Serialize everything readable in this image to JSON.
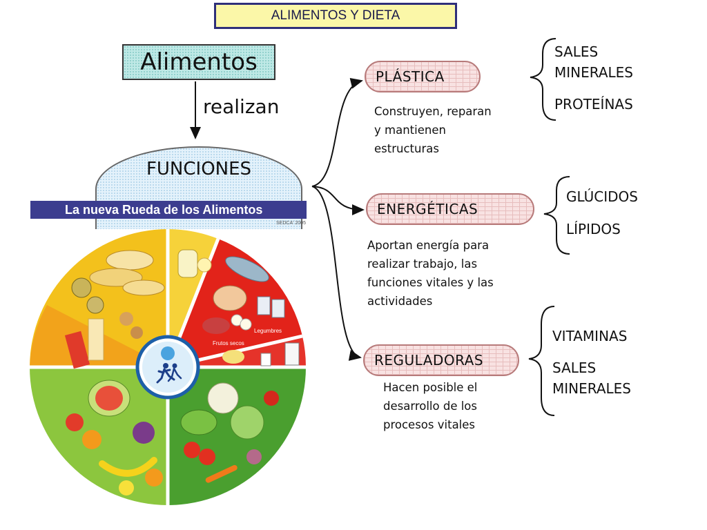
{
  "header": {
    "title": "ALIMENTOS Y DIETA"
  },
  "root": {
    "label": "Alimentos",
    "connector": "realizan"
  },
  "center": {
    "label": "FUNCIONES"
  },
  "wheel": {
    "banner": "La nueva Rueda de los Alimentos",
    "credit": "SEDCA' 2005",
    "small_labels": [
      "Frutos secos",
      "Legumbres"
    ],
    "colors": {
      "yellow": "#f3c11c",
      "orange": "#f08a1c",
      "red": "#e2231a",
      "green_light": "#8cc63e",
      "green_dark": "#4a9f2f",
      "center_ring": "#1d5fa8"
    }
  },
  "functions": [
    {
      "name": "PLÁSTICA",
      "description": [
        "Construyen, reparan",
        "y mantienen",
        "estructuras"
      ],
      "nutrients": [
        "SALES MINERALES",
        "PROTEÍNAS"
      ]
    },
    {
      "name": "ENERGÉTICAS",
      "description": [
        "Aportan energía para",
        "realizar trabajo, las",
        "funciones vitales y las",
        "actividades"
      ],
      "nutrients": [
        "GLÚCIDOS",
        "LÍPIDOS"
      ]
    },
    {
      "name": "REGULADORAS",
      "description": [
        "Hacen posible el",
        "desarrollo de los",
        "procesos vitales"
      ],
      "nutrients": [
        "VITAMINAS",
        "SALES MINERALES"
      ]
    }
  ],
  "nutrient_lines": {
    "sales_1": "SALES",
    "minerales_1": "MINERALES",
    "sales_2": "SALES",
    "minerales_2": "MINERALES"
  }
}
